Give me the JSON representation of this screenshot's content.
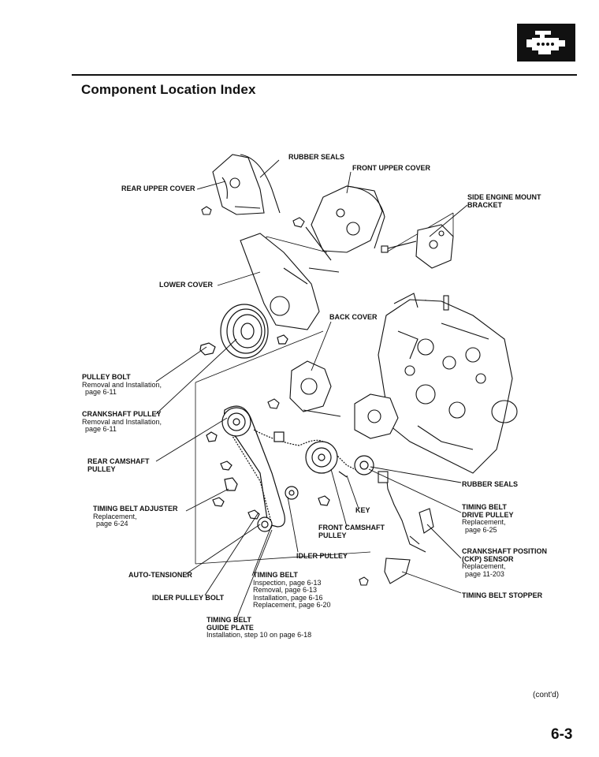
{
  "page": {
    "title": "Component Location Index",
    "contd": "(cont'd)",
    "page_number": "6-3",
    "header_icon": "engine-icon"
  },
  "labels": {
    "rubber_seals_top": "RUBBER SEALS",
    "front_upper_cover": "FRONT UPPER COVER",
    "rear_upper_cover": "REAR UPPER COVER",
    "side_engine_mount_bracket_1": "SIDE ENGINE MOUNT",
    "side_engine_mount_bracket_2": "BRACKET",
    "lower_cover": "LOWER COVER",
    "back_cover": "BACK COVER",
    "pulley_bolt": {
      "title": "PULLEY BOLT",
      "line1": "Removal and Installation,",
      "line2": "page 6-11"
    },
    "crankshaft_pulley": {
      "title": "CRANKSHAFT PULLEY",
      "line1": "Removal and Installation,",
      "line2": "page 6-11"
    },
    "rear_camshaft_pulley_1": "REAR CAMSHAFT",
    "rear_camshaft_pulley_2": "PULLEY",
    "rubber_seals_bottom": "RUBBER SEALS",
    "timing_belt_adjuster": {
      "title": "TIMING BELT ADJUSTER",
      "line1": "Replacement,",
      "line2": "page 6-24"
    },
    "key": "KEY",
    "timing_belt_drive_pulley": {
      "title1": "TIMING BELT",
      "title2": "DRIVE PULLEY",
      "line1": "Replacement,",
      "line2": "page 6-25"
    },
    "front_camshaft_pulley_1": "FRONT CAMSHAFT",
    "front_camshaft_pulley_2": "PULLEY",
    "idler_pulley": "IDLER PULLEY",
    "ckp_sensor": {
      "title1": "CRANKSHAFT POSITION",
      "title2": "(CKP) SENSOR",
      "line1": "Replacement,",
      "line2": "page 11-203"
    },
    "auto_tensioner": "AUTO-TENSIONER",
    "timing_belt": {
      "title": "TIMING BELT",
      "line1": "Inspection, page 6-13",
      "line2": "Removal, page 6-13",
      "line3": "Installation, page 6-16",
      "line4": "Replacement, page 6-20"
    },
    "timing_belt_stopper": "TIMING BELT STOPPER",
    "idler_pulley_bolt": "IDLER PULLEY BOLT",
    "timing_belt_guide_plate": {
      "title1": "TIMING BELT",
      "title2": "GUIDE PLATE",
      "line1": "Installation, step 10 on page 6-18"
    }
  }
}
